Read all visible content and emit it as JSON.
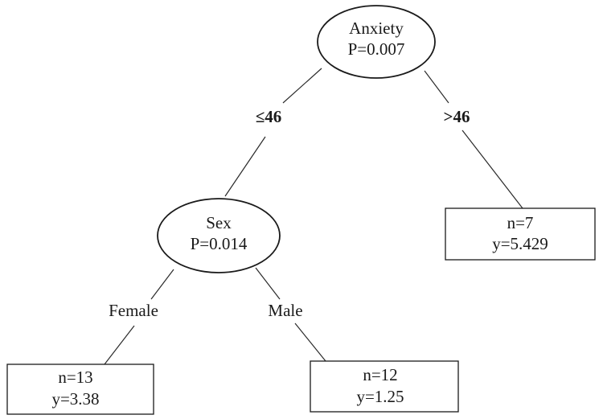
{
  "tree": {
    "root": {
      "variable": "Anxiety",
      "p_value": "P=0.007",
      "split_left_symbol": "≤",
      "split_left_value": "46",
      "split_right_symbol": ">",
      "split_right_value": "46"
    },
    "sex_node": {
      "variable": "Sex",
      "p_value": "P=0.014",
      "split_left": "Female",
      "split_right": "Male"
    },
    "leaves": {
      "right_root": {
        "n": "n=7",
        "y": "y=5.429"
      },
      "female": {
        "n": "n=13",
        "y": "y=3.38"
      },
      "male": {
        "n": "n=12",
        "y": "y=1.25"
      }
    }
  }
}
